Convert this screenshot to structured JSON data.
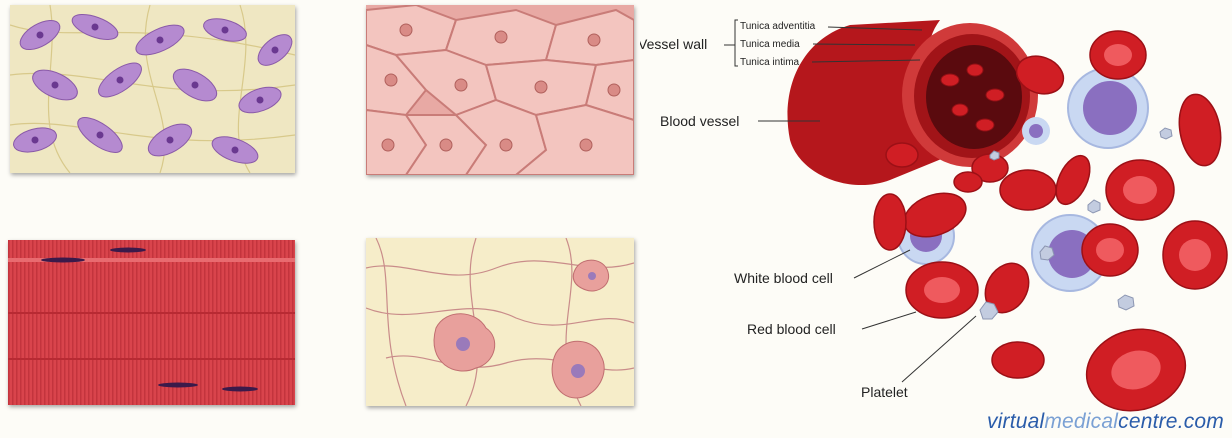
{
  "panels": [
    {
      "id": "connective-tissue"
    },
    {
      "id": "epithelial-tissue"
    },
    {
      "id": "muscle-tissue"
    },
    {
      "id": "nervous-tissue"
    }
  ],
  "diagram": {
    "vessel_wall_label": "Vessel wall",
    "layers": [
      "Tunica adventitia",
      "Tunica media",
      "Tunica intima"
    ],
    "blood_vessel_label": "Blood vessel",
    "white_blood_cell_label": "White blood cell",
    "red_blood_cell_label": "Red blood cell",
    "platelet_label": "Platelet"
  },
  "watermark": {
    "part1": "virtual",
    "part2": "medical",
    "part3": "centre.com"
  },
  "colors": {
    "vessel_red": "#b5171c",
    "cell_red": "#d01e24",
    "wbc_purple": "#8a6fc0",
    "watermark_blue": "#2a5caa"
  }
}
